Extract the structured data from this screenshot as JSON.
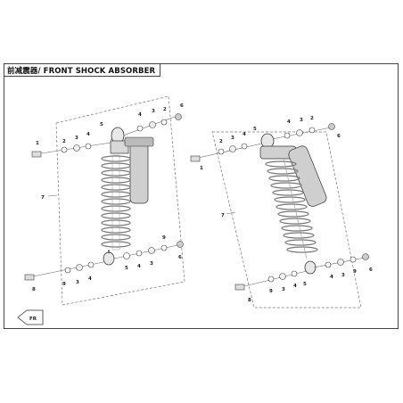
{
  "diagram": {
    "title": "前减震器/ FRONT SHOCK ABSORBER",
    "left_assembly": {
      "callouts": [
        "1",
        "2",
        "3",
        "4",
        "5",
        "4",
        "3",
        "2",
        "6",
        "7",
        "8",
        "9",
        "3",
        "4",
        "5",
        "4",
        "3",
        "9",
        "6"
      ]
    },
    "right_assembly": {
      "callouts": [
        "1",
        "2",
        "3",
        "4",
        "5",
        "4",
        "3",
        "2",
        "6",
        "7",
        "8",
        "9",
        "3",
        "4",
        "5",
        "4",
        "3",
        "9",
        "6"
      ]
    },
    "front_indicator": "FR"
  },
  "colors": {
    "line": "#555555",
    "spring": "#8a8a8a",
    "reservoir": "#cfcfcf",
    "frame": "#444444"
  }
}
